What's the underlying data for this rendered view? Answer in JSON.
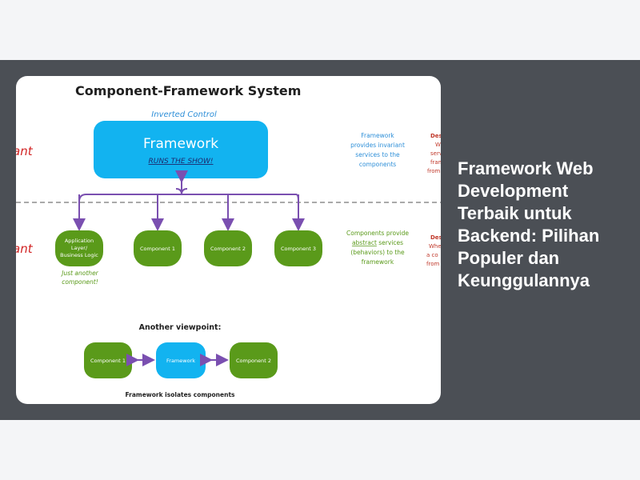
{
  "article": {
    "title": "Framework Web Development Terbaik untuk Backend: Pilihan Populer dan Keunggulannya"
  },
  "diagram": {
    "title": "Component-Framework System",
    "inverted_control": "Inverted Control",
    "framework_label": "Framework",
    "runs_show": "RUNS THE SHOW!",
    "left_cut_top": "ant",
    "left_cut_bottom": "ant",
    "components": [
      "Application Layer/ Business Logic",
      "Component 1",
      "Component 2",
      "Component 3"
    ],
    "app_line1": "Application",
    "app_line2": "Layer/",
    "app_line3": "Business Logic",
    "just_another_1": "Just another",
    "just_another_2": "component!",
    "note_top": [
      "Framework",
      "provides invariant",
      "services to the",
      "components"
    ],
    "note_bottom_1": "Components provide",
    "note_bottom_2a": "abstract",
    "note_bottom_2b": " services",
    "note_bottom_3": "(behaviors) to the",
    "note_bottom_4": "framework",
    "right_cut_top": [
      "Des",
      "W",
      "servi",
      "fram",
      "from"
    ],
    "right_cut_bottom": [
      "Des",
      "Whe",
      "a co",
      "from"
    ],
    "viewpoint_title": "Another viewpoint:",
    "vp_component1": "Component 1",
    "vp_framework": "Framework",
    "vp_component2": "Component 2",
    "vp_caption": "Framework isolates components"
  },
  "colors": {
    "framework_blue": "#12b3f0",
    "component_green": "#5a9a1a",
    "arrow_purple": "#7a4fb0",
    "note_blue": "#2e8fd8",
    "note_green": "#5a9a1a",
    "accent_red": "#d22525"
  }
}
